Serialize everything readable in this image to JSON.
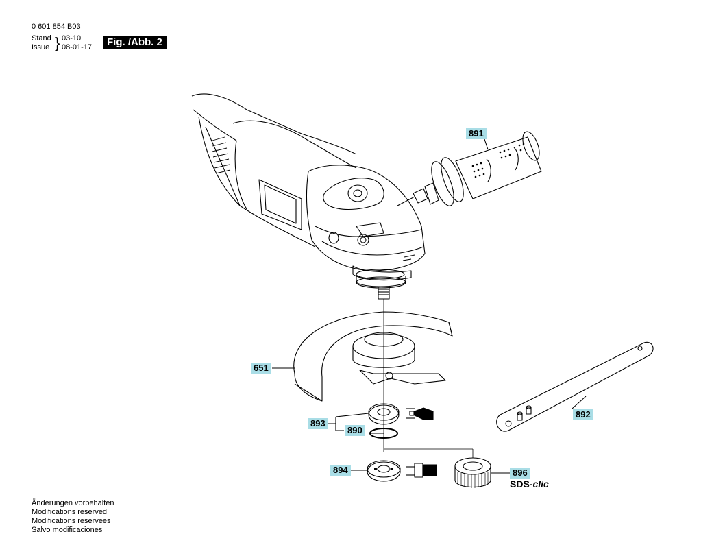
{
  "header": {
    "doc_number": "0 601 854 B03",
    "stand_label": "Stand",
    "issue_label": "Issue",
    "old_date": "03-10",
    "new_date": "08-01-17",
    "figure_label": "Fig. /Abb. 2"
  },
  "parts": [
    {
      "number": "891"
    },
    {
      "number": "651"
    },
    {
      "number": "893"
    },
    {
      "number": "890"
    },
    {
      "number": "894"
    },
    {
      "number": "896"
    },
    {
      "number": "892"
    }
  ],
  "sds_label": {
    "prefix": "SDS-",
    "suffix": "clic"
  },
  "notes": [
    "Änderungen vorbehalten",
    "Modifications reserved",
    "Modifications reservees",
    "Salvo modificaciones"
  ]
}
